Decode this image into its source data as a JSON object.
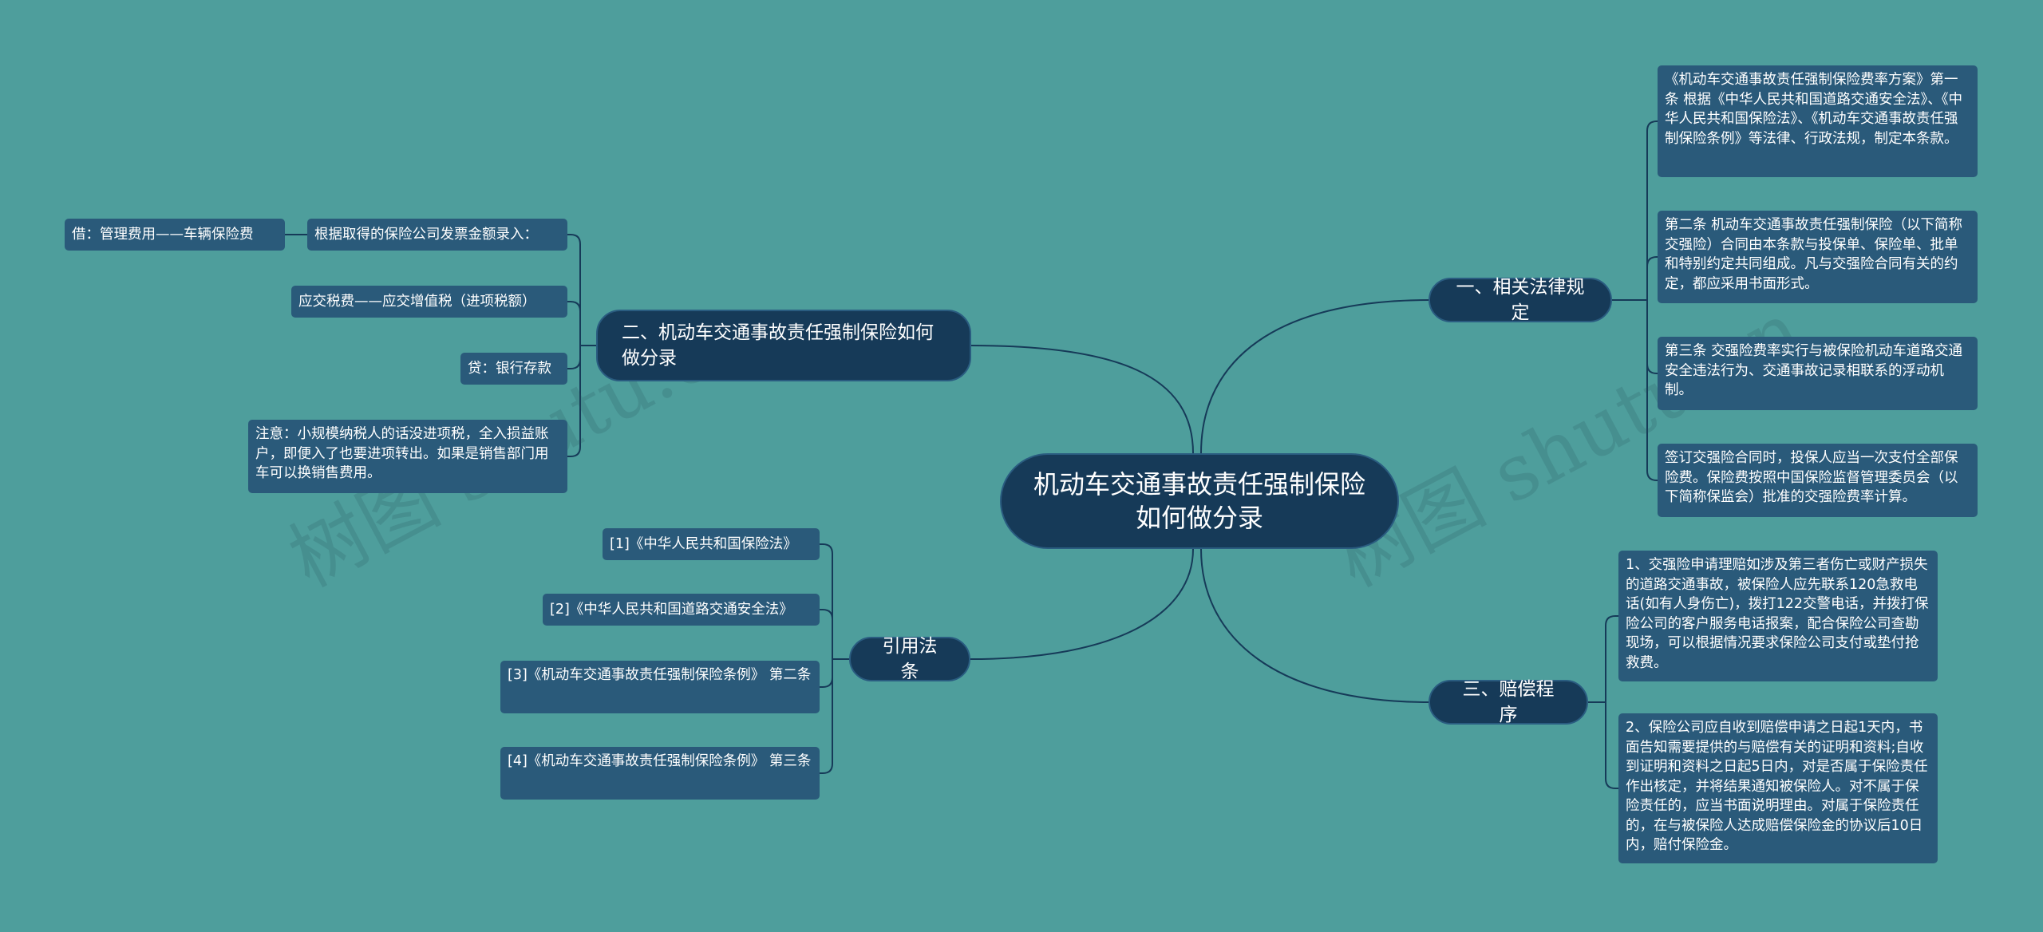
{
  "root": {
    "title": "机动车交通事故责任强制保险如何做分录"
  },
  "branches": {
    "b1": {
      "label": "一、相关法律规定"
    },
    "b2": {
      "label": "二、机动车交通事故责任强制保险如何做分录"
    },
    "b3": {
      "label": "三、赔偿程序"
    },
    "b4": {
      "label": "引用法条"
    }
  },
  "leaves": {
    "law1": "《机动车交通事故责任强制保险费率方案》第一条 根据《中华人民共和国道路交通安全法》、《中华人民共和国保险法》、《机动车交通事故责任强制保险条例》等法律、行政法规，制定本条款。",
    "law2": "第二条 机动车交通事故责任强制保险（以下简称交强险）合同由本条款与投保单、保险单、批单和特别约定共同组成。凡与交强险合同有关的约定，都应采用书面形式。",
    "law3": "第三条 交强险费率实行与被保险机动车道路交通安全违法行为、交通事故记录相联系的浮动机制。",
    "law4": "签订交强险合同时，投保人应当一次支付全部保险费。保险费按照中国保险监督管理委员会（以下简称保监会）批准的交强险费率计算。",
    "entry1": "根据取得的保险公司发票金额录入：",
    "entry1_child": "借：管理费用——车辆保险费",
    "entry2": "应交税费——应交增值税（进项税额）",
    "entry3": "贷：银行存款",
    "entry4": "注意：小规模纳税人的话没进项税，全入损益账户，即便入了也要进项转出。如果是销售部门用车可以换销售费用。",
    "comp1": "1、交强险申请理赔如涉及第三者伤亡或财产损失的道路交通事故，被保险人应先联系120急救电话(如有人身伤亡)，拨打122交警电话，并拨打保险公司的客户服务电话报案，配合保险公司查勘现场，可以根据情况要求保险公司支付或垫付抢救费。",
    "comp2": "2、保险公司应自收到赔偿申请之日起1天内，书面告知需要提供的与赔偿有关的证明和资料;自收到证明和资料之日起5日内，对是否属于保险责任作出核定，并将结果通知被保险人。对不属于保险责任的，应当书面说明理由。对属于保险责任的，在与被保险人达成赔偿保险金的协议后10日内，赔付保险金。",
    "ref1": "[1]《中华人民共和国保险法》",
    "ref2": "[2]《中华人民共和国道路交通安全法》",
    "ref3": "[3]《机动车交通事故责任强制保险条例》 第二条",
    "ref4": "[4]《机动车交通事故责任强制保险条例》 第三条"
  },
  "watermark": "树图 shutu.cn",
  "colors": {
    "background": "#4e9e9c",
    "node_dark": "#163a58",
    "leaf": "#2a5a7a",
    "line": "#163a58"
  }
}
